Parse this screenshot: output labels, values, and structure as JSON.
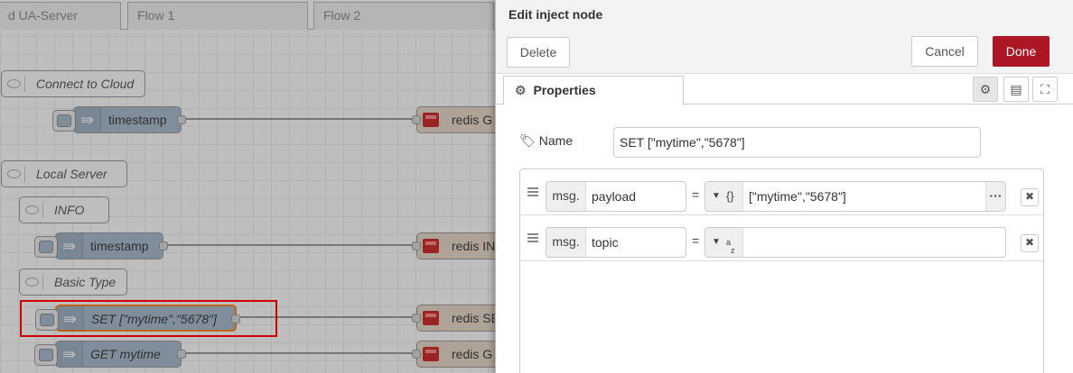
{
  "workspace": {
    "tabs": [
      "d UA-Server",
      "Flow 1",
      "Flow 2"
    ],
    "comments": {
      "connect_cloud": "Connect to Cloud",
      "local_server": "Local Server",
      "info": "INFO",
      "basic_type": "Basic Type"
    },
    "inject_nodes": {
      "timestamp_1": "timestamp",
      "timestamp_2": "timestamp",
      "set": "SET [\"mytime\",\"5678\"]",
      "get": "GET mytime"
    },
    "redis_nodes": {
      "r1": "redis G",
      "r2": "redis IN",
      "r3": "redis SE",
      "r4": "redis G"
    }
  },
  "tray": {
    "title": "Edit inject node",
    "delete_label": "Delete",
    "cancel_label": "Cancel",
    "done_label": "Done",
    "properties_tab": "Properties",
    "name_label": "Name",
    "name_value": "SET [\"mytime\",\"5678\"]",
    "props": [
      {
        "prefix": "msg.",
        "field": "payload",
        "type_label": "{}",
        "value": "[\"mytime\",\"5678\"]"
      },
      {
        "prefix": "msg.",
        "field": "topic",
        "type_label": "az",
        "value": ""
      }
    ],
    "equals": "=",
    "more": "···",
    "icons": {
      "gear": "gear-icon",
      "description": "document-icon",
      "appearance": "frame-icon",
      "tag": "tag-icon",
      "delete": "close-icon",
      "drag": "drag-handle-icon"
    }
  },
  "colors": {
    "done_button": "#ad1625",
    "inject_node": "#a6bbcf",
    "selected_outline": "#ff7f0e",
    "highlight_box": "#cc0000"
  }
}
